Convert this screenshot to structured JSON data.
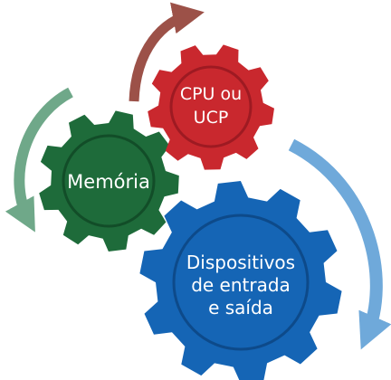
{
  "gears": [
    {
      "id": "cpu",
      "lines": [
        "CPU ou",
        "UCP"
      ],
      "color": "#c9282e",
      "rim": "#9e1a22"
    },
    {
      "id": "memoria",
      "lines": [
        "Memória"
      ],
      "color": "#1e6b3a",
      "rim": "#124d28"
    },
    {
      "id": "dispositivos",
      "lines": [
        "Dispositivos",
        "de entrada",
        "e saída"
      ],
      "color": "#1565b5",
      "rim": "#0d4a8a"
    }
  ],
  "arrows": [
    {
      "id": "arrow-top",
      "color": "#9c5148"
    },
    {
      "id": "arrow-left",
      "color": "#6fa889"
    },
    {
      "id": "arrow-right",
      "color": "#6fa9da"
    }
  ]
}
